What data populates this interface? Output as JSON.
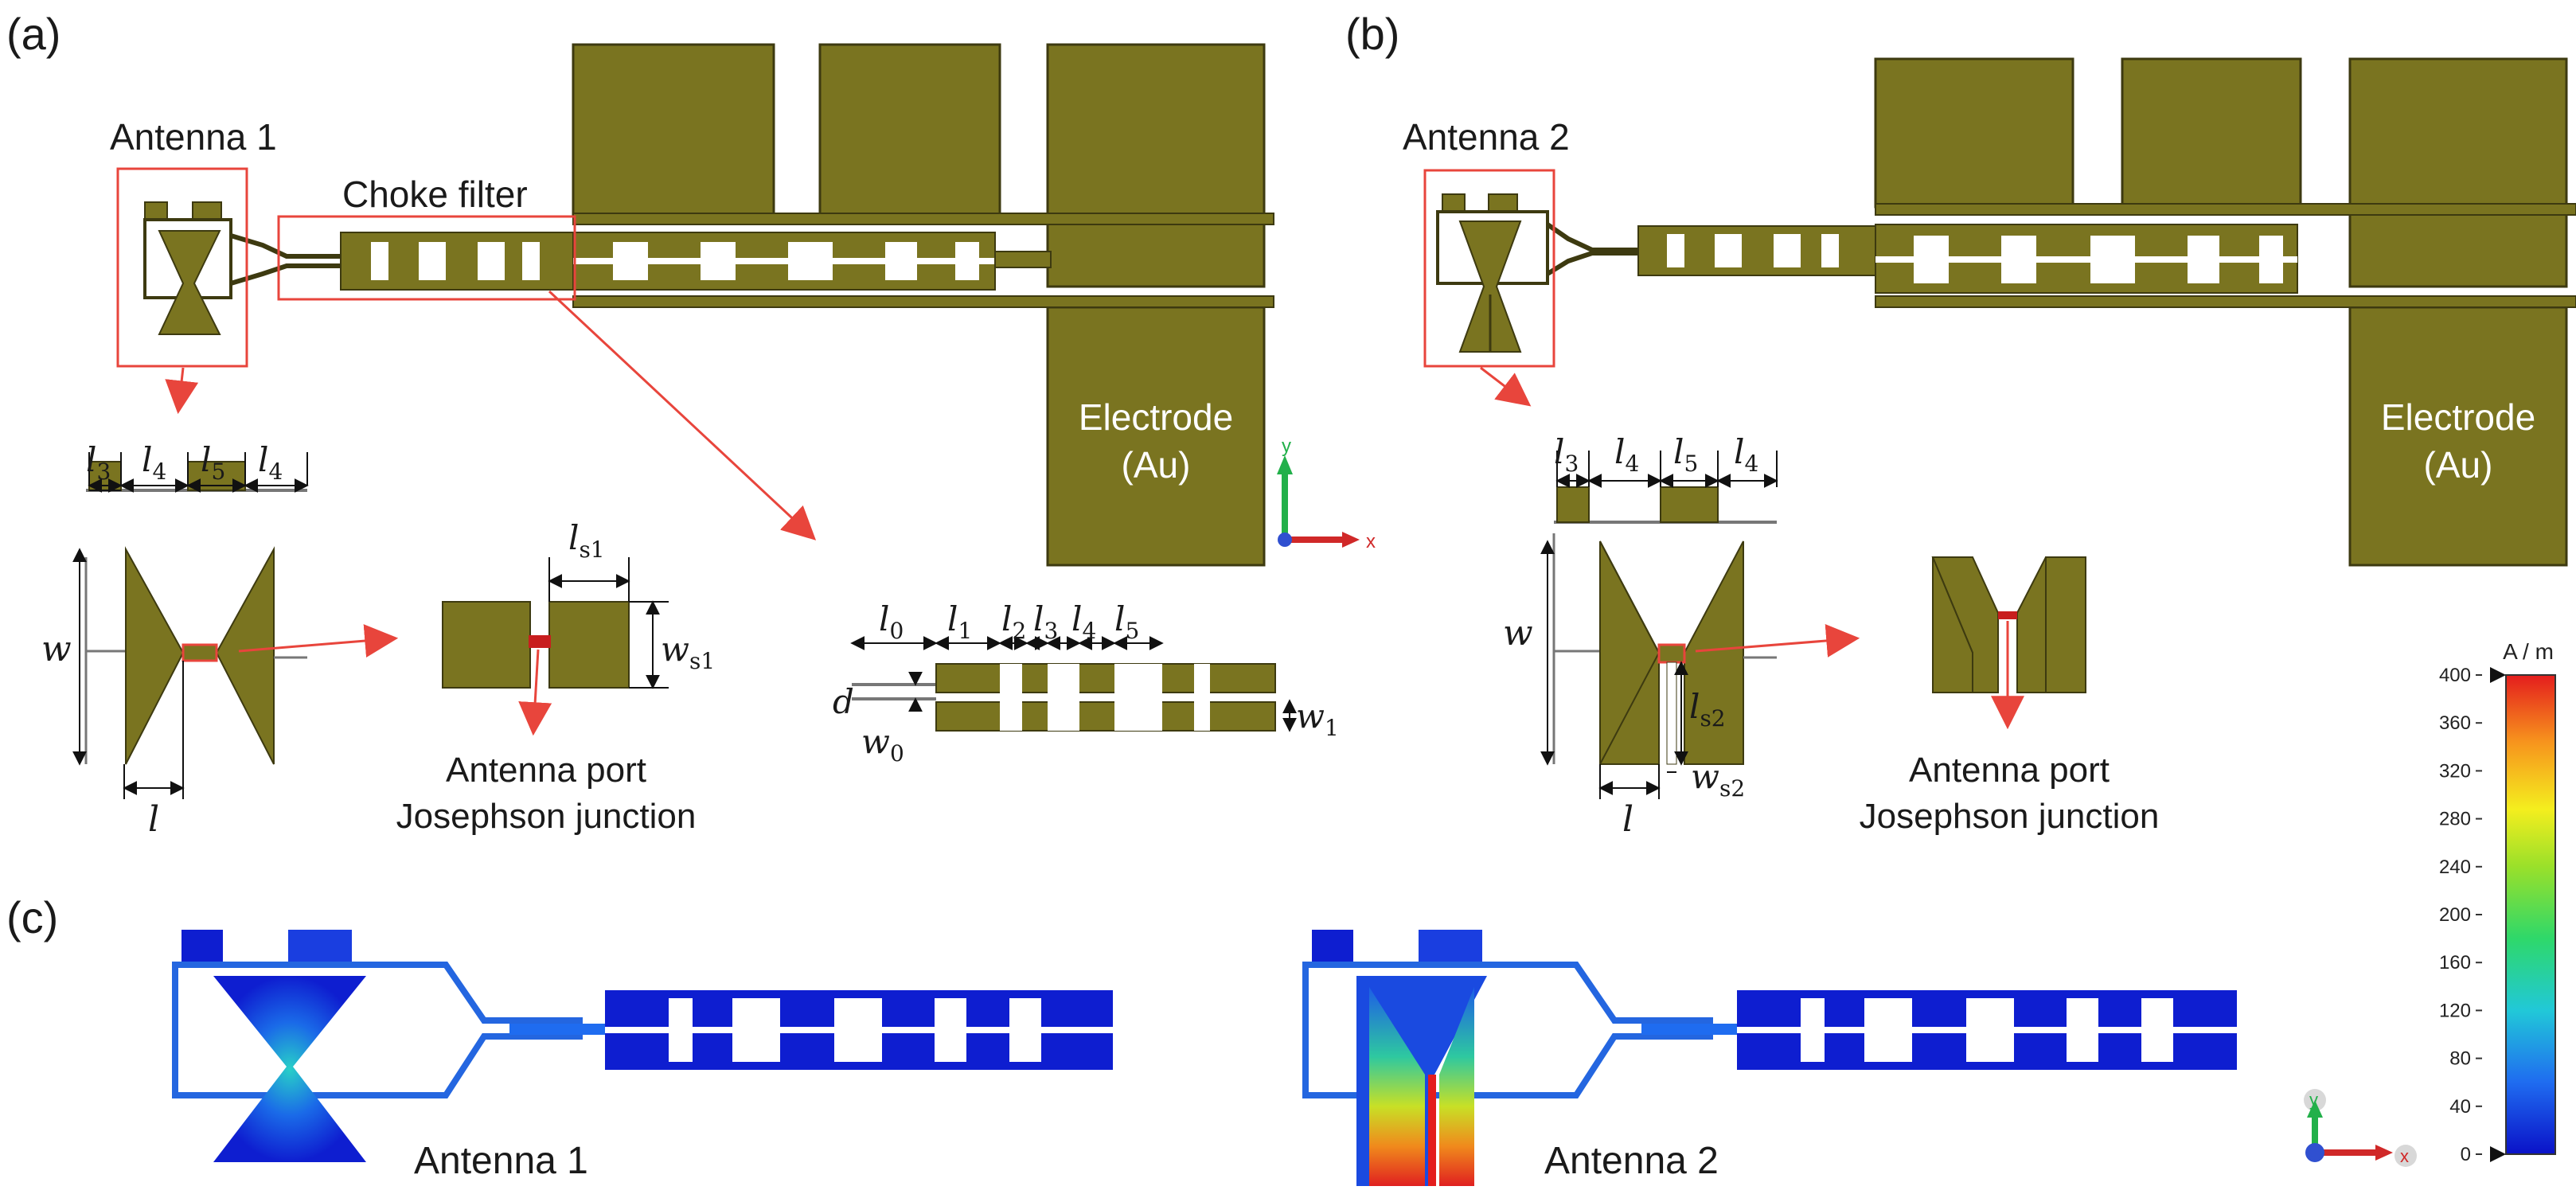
{
  "panels": {
    "a": {
      "tag": "(a)",
      "antenna_title": "Antenna 1",
      "choke_label": "Choke filter",
      "electrode_line1": "Electrode",
      "electrode_line2": "(Au)",
      "port_line1": "Antenna port",
      "port_line2": "Josephson junction"
    },
    "b": {
      "tag": "(b)",
      "antenna_title": "Antenna 2",
      "electrode_line1": "Electrode",
      "electrode_line2": "(Au)",
      "port_line1": "Antenna port",
      "port_line2": "Josephson junction"
    },
    "c": {
      "tag": "(c)",
      "left_label": "Antenna 1",
      "right_label": "Antenna 2"
    }
  },
  "dimension_labels": {
    "l3": "l",
    "l3_sub": "3",
    "l4": "l",
    "l4_sub": "4",
    "l5": "l",
    "l5_sub": "5",
    "w": "w",
    "l": "l",
    "ls1": "l",
    "ls1_sub": "s1",
    "ws1": "w",
    "ws1_sub": "s1",
    "ls2": "l",
    "ls2_sub": "s2",
    "ws2": "w",
    "ws2_sub": "s2",
    "l0": "l",
    "l0_sub": "0",
    "l1": "l",
    "l1_sub": "1",
    "l2": "l",
    "l2_sub": "2",
    "d": "d",
    "w0": "w",
    "w0_sub": "0",
    "w1": "w",
    "w1_sub": "1"
  },
  "colorbar": {
    "unit": "A / m",
    "ticks": [
      "400",
      "360",
      "320",
      "280",
      "240",
      "200",
      "160",
      "120",
      "80",
      "40",
      "0"
    ],
    "max": 400,
    "min": 0
  },
  "axes_triad": {
    "y": "y",
    "x": "x"
  },
  "colors": {
    "metal": "#7a7420",
    "metal_edge": "#3d3a10",
    "pointer": "#e8453c",
    "field_low": "#1428d8"
  }
}
